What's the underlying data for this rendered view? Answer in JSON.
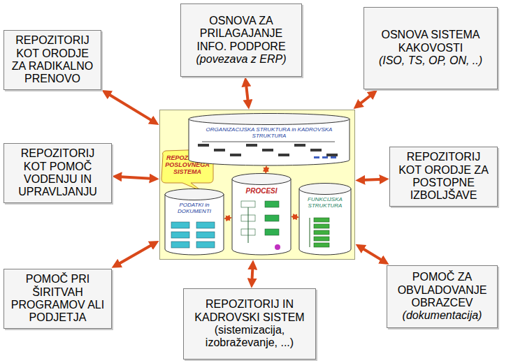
{
  "diagram": {
    "nodes": [
      {
        "text": [
          "REPOZITORIJ KOT ORODJE ZA RADIKALNO PRENOVO"
        ]
      },
      {
        "text": [
          "OSNOVA ZA PRILAGAJANJE INFO. PODPORE",
          "(povezava z ERP)"
        ]
      },
      {
        "text": [
          "OSNOVA SISTEMA KAKOVOSTI",
          "(ISO, TS, OP, ON, ..)"
        ]
      },
      {
        "text": [
          "REPOZITORIJ KOT POMOČ VODENJU IN UPRAVLJANJU"
        ]
      },
      {
        "text": [
          "REPOZITORIJ POSLOVNEGA SISTEMA"
        ]
      },
      {
        "text": [
          "ORGANIZACIJSKA STRUKTURA in KADROVSKA STRUKTURA"
        ],
        "in": 4
      },
      {
        "text": [
          "PODATKI in DOKUMENTI"
        ],
        "in": 4
      },
      {
        "text": [
          "PROCESI"
        ],
        "in": 4
      },
      {
        "text": [
          "FUNKCIJSKA STRUKTURA"
        ],
        "in": 4
      },
      {
        "text": [
          "REPOZITORIJ KOT ORODJE ZA POSTOPNE IZBOLJŠAVE"
        ]
      },
      {
        "text": [
          "POMOČ PRI ŠIRITVAH PROGRAMOV ALI PODJETJA"
        ]
      },
      {
        "text": [
          "REPOZITORIJ IN KADROVSKI SISTEM",
          "(sistemizacija, izobraževanje, ...)"
        ]
      },
      {
        "text": [
          "POMOČ ZA OBVLADOVANJE OBRAZCEV",
          "(dokumentacija)"
        ]
      }
    ],
    "edges": [
      {
        "from": 4,
        "to": 0,
        "arrow": "both"
      },
      {
        "from": 4,
        "to": 1,
        "arrow": "both"
      },
      {
        "from": 4,
        "to": 2,
        "arrow": "both"
      },
      {
        "from": 4,
        "to": 3,
        "arrow": "both"
      },
      {
        "from": 4,
        "to": 9,
        "arrow": "both"
      },
      {
        "from": 4,
        "to": 10,
        "arrow": "both"
      },
      {
        "from": 4,
        "to": 11,
        "arrow": "both"
      },
      {
        "from": 4,
        "to": 12,
        "arrow": "both"
      },
      {
        "from": 5,
        "to": 7,
        "arrow": "both"
      },
      {
        "from": 6,
        "to": 7,
        "arrow": "both"
      },
      {
        "from": 7,
        "to": 8,
        "arrow": "both"
      }
    ]
  }
}
